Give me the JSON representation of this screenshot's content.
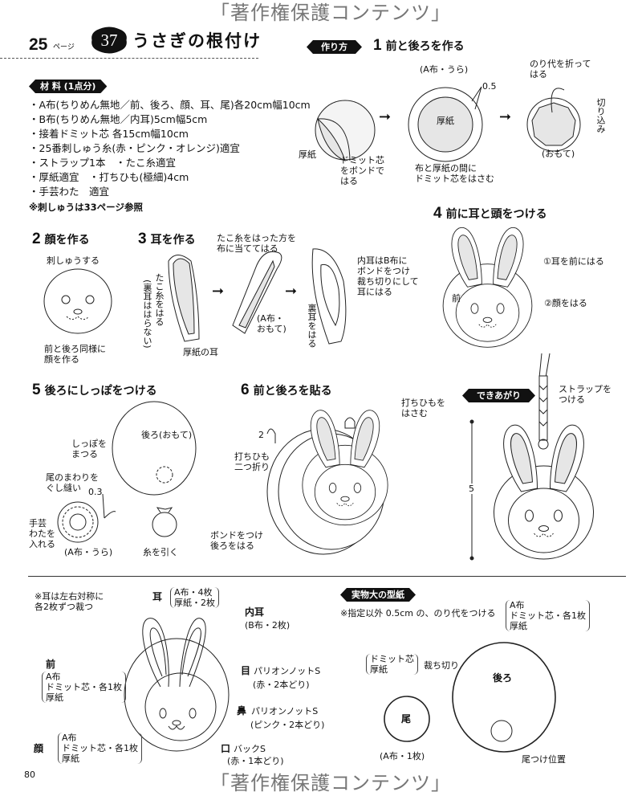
{
  "watermark": "「著作権保護コンテンツ」",
  "header": {
    "page_ref_num": "25",
    "page_ref_label": "ページ",
    "item_number": "37",
    "title": "うさぎの根付け"
  },
  "materials": {
    "tag": "材 料 (1点分)",
    "items": [
      "・A布(ちりめん無地／前、後ろ、顔、耳、尾)各20cm幅10cm",
      "・B布(ちりめん無地／内耳)5cm幅5cm",
      "・接着ドミット芯 各15cm幅10cm",
      "・25番刺しゅう糸(赤・ピンク・オレンジ)適宜",
      "・ストラップ1本　・たこ糸適宜",
      "・厚紙適宜　・打ちひも(極細)4cm",
      "・手芸わた　適宜"
    ],
    "note": "※刺しゅうは33ページ参照"
  },
  "howto_tag": "作り方",
  "steps": {
    "s1": {
      "num": "1",
      "title": "前と後ろを作る",
      "a_fabric_back": "(A布・うら)",
      "margin": "0.5",
      "cardboard_center": "厚紙",
      "fold": "のり代を折って\nはる",
      "notch": "切り込み",
      "front": "(おもて)",
      "cardboard": "厚紙",
      "domitt": "ドミット芯\nをボンドで\nはる",
      "between": "布と厚紙の間に\nドミット芯をはさむ"
    },
    "s2": {
      "num": "2",
      "title": "顔を作る",
      "embroider": "刺しゅうする",
      "same": "前と後ろ同様に\n顔を作る"
    },
    "s3": {
      "num": "3",
      "title": "耳を作る",
      "string_side": "たこ糸をはった方を\n布に当ててはる",
      "string": "たこ糸をはる",
      "no_back": "(裏耳ははらない)",
      "card_ear": "厚紙の耳",
      "a_front": "(A布・\nおもて)",
      "inner": "内耳はB布に\nボンドをつけ\n裁ち切りにして\n耳にはる",
      "back_ear": "裏耳をはる"
    },
    "s4": {
      "num": "4",
      "title": "前に耳と頭をつける",
      "ears": "①耳を前にはる",
      "face": "②顔をはる",
      "front": "前"
    },
    "s5": {
      "num": "5",
      "title": "後ろにしっぽをつける",
      "back": "後ろ(おもて)",
      "sew_tail": "しっぽを\nまつる",
      "running": "尾のまわりを\nぐし縫い",
      "margin": "0.3",
      "cotton": "手芸\nわたを\n入れる",
      "a_back": "(A布・うら)",
      "pull": "糸を引く"
    },
    "s6": {
      "num": "6",
      "title": "前と後ろを貼る",
      "two": "2",
      "cord_fold": "打ちひも\n二つ折り",
      "cord_insert": "打ちひもを\nはさむ",
      "glue": "ボンドをつけ\n後ろをはる"
    }
  },
  "finished": {
    "tag": "できあがり",
    "strap": "ストラップを\nつける",
    "size": "5"
  },
  "pattern_left": {
    "note": "※耳は左右対称に\n各2枚ずつ裁つ",
    "ear": "耳",
    "ear_spec": "A布・4枚\n厚紙・2枚",
    "inner_ear": "内耳",
    "inner_ear_spec": "(B布・2枚)",
    "front": "前",
    "front_spec": "A布\nドミット芯・各1枚\n厚紙",
    "eye": "目",
    "eye_spec": "パリオンノットS",
    "eye_thread": "(赤・2本どり)",
    "nose": "鼻",
    "nose_spec": "パリオンノットS",
    "nose_thread": "(ピンク・2本どり)",
    "face": "顔",
    "face_spec": "A布\nドミット芯・各1枚\n厚紙",
    "mouth": "口",
    "mouth_spec": "バックS",
    "mouth_thread": "(赤・1本どり)"
  },
  "pattern_right": {
    "tag": "実物大の型紙",
    "note": "※指定以外 0.5cm の、のり代をつける",
    "back_spec": "A布\nドミット芯・各1枚\n厚紙",
    "cut_spec": "ドミット芯\n厚紙",
    "cut": "裁ち切り",
    "back": "後ろ",
    "tail": "尾",
    "tail_spec": "(A布・1枚)",
    "tail_pos": "尾つけ位置"
  },
  "page_number": "80"
}
